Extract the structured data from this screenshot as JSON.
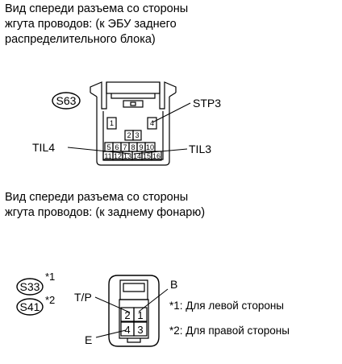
{
  "connector1": {
    "caption": "Вид спереди разъема со стороны\nжгута проводов: (к ЭБУ заднего\nраспределительного блока)",
    "code": "S63",
    "pins": [
      "1",
      "2",
      "3",
      "4",
      "5",
      "6",
      "7",
      "8",
      "9",
      "10",
      "11",
      "12",
      "13",
      "14",
      "15",
      "16"
    ],
    "labels": {
      "stp3": "STP3",
      "til4": "TIL4",
      "til3": "TIL3"
    }
  },
  "connector2": {
    "caption": "Вид спереди разъема со стороны\nжгута проводов: (к заднему фонарю)",
    "codes": [
      "S33",
      "S41"
    ],
    "code_notes": [
      "*1",
      "*2"
    ],
    "pins": [
      "1",
      "2",
      "3",
      "4"
    ],
    "labels": {
      "tp": "T/P",
      "b": "B",
      "e": "E"
    },
    "notes": [
      "*1: Для левой стороны",
      "*2: Для правой стороны"
    ]
  }
}
